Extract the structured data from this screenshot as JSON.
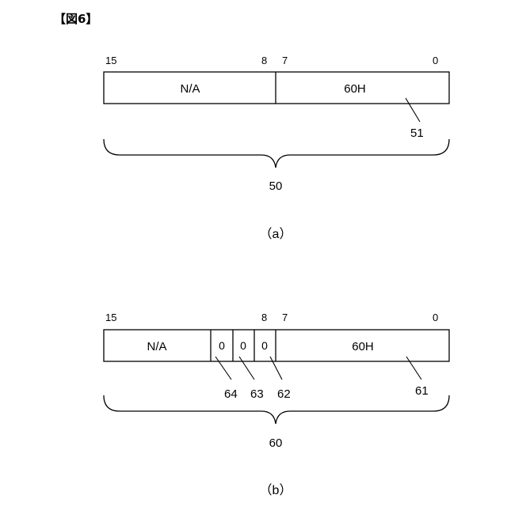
{
  "figure_title": "【図6】",
  "panel_a": {
    "bit_high": "15",
    "bit_mid_high": "8",
    "bit_mid_low": "7",
    "bit_low": "0",
    "upper_field": "N/A",
    "lower_field": "60H",
    "ref_lower_field": "51",
    "ref_register": "50",
    "caption": "（a）"
  },
  "panel_b": {
    "bit_high": "15",
    "bit_mid_high": "8",
    "bit_mid_low": "7",
    "bit_low": "0",
    "upper_field": "N/A",
    "bit_field_1": "0",
    "bit_field_2": "0",
    "bit_field_3": "0",
    "lower_field": "60H",
    "ref_bit_field_1": "64",
    "ref_bit_field_2": "63",
    "ref_bit_field_3": "62",
    "ref_lower_field": "61",
    "ref_register": "60",
    "caption": "（b）"
  }
}
